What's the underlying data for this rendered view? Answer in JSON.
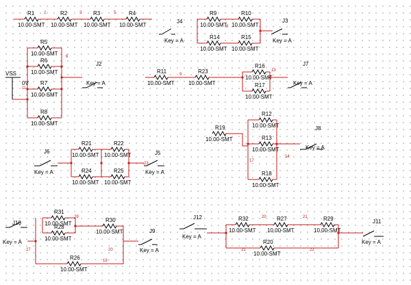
{
  "source": {
    "name": "VSS",
    "value": "0V"
  },
  "resistor_value": "10.00-SMT",
  "resistors": [
    {
      "ref": "R1"
    },
    {
      "ref": "R2"
    },
    {
      "ref": "R3"
    },
    {
      "ref": "R4"
    },
    {
      "ref": "R9"
    },
    {
      "ref": "R10"
    },
    {
      "ref": "R14"
    },
    {
      "ref": "R15"
    },
    {
      "ref": "R5"
    },
    {
      "ref": "R6"
    },
    {
      "ref": "R7"
    },
    {
      "ref": "R8"
    },
    {
      "ref": "R11"
    },
    {
      "ref": "R23"
    },
    {
      "ref": "R16"
    },
    {
      "ref": "R17"
    },
    {
      "ref": "R12"
    },
    {
      "ref": "R19"
    },
    {
      "ref": "R13"
    },
    {
      "ref": "R18"
    },
    {
      "ref": "R21"
    },
    {
      "ref": "R22"
    },
    {
      "ref": "R24"
    },
    {
      "ref": "R25"
    },
    {
      "ref": "R31"
    },
    {
      "ref": "R30"
    },
    {
      "ref": "R28"
    },
    {
      "ref": "R26"
    },
    {
      "ref": "R32"
    },
    {
      "ref": "R27"
    },
    {
      "ref": "R29"
    },
    {
      "ref": "R20"
    }
  ],
  "switches": [
    {
      "ref": "J4",
      "key": "Key = A"
    },
    {
      "ref": "J3",
      "key": "Key = A"
    },
    {
      "ref": "J2",
      "key": "Key = A"
    },
    {
      "ref": "J7",
      "key": "Key = A"
    },
    {
      "ref": "J8",
      "key": "Key = A"
    },
    {
      "ref": "J6",
      "key": "Key = A"
    },
    {
      "ref": "J5",
      "key": "Key = A"
    },
    {
      "ref": "J10",
      "key": "Key = A"
    },
    {
      "ref": "J9",
      "key": "Key = A"
    },
    {
      "ref": "J12",
      "key": "Key = A"
    },
    {
      "ref": "J11",
      "key": "Key = A"
    }
  ],
  "nets": [
    "2",
    "3",
    "5",
    "8",
    "6",
    "11",
    "9",
    "13",
    "17",
    "14",
    "20",
    "21",
    "27",
    "19",
    "29",
    "20",
    "21",
    "22",
    "23"
  ]
}
